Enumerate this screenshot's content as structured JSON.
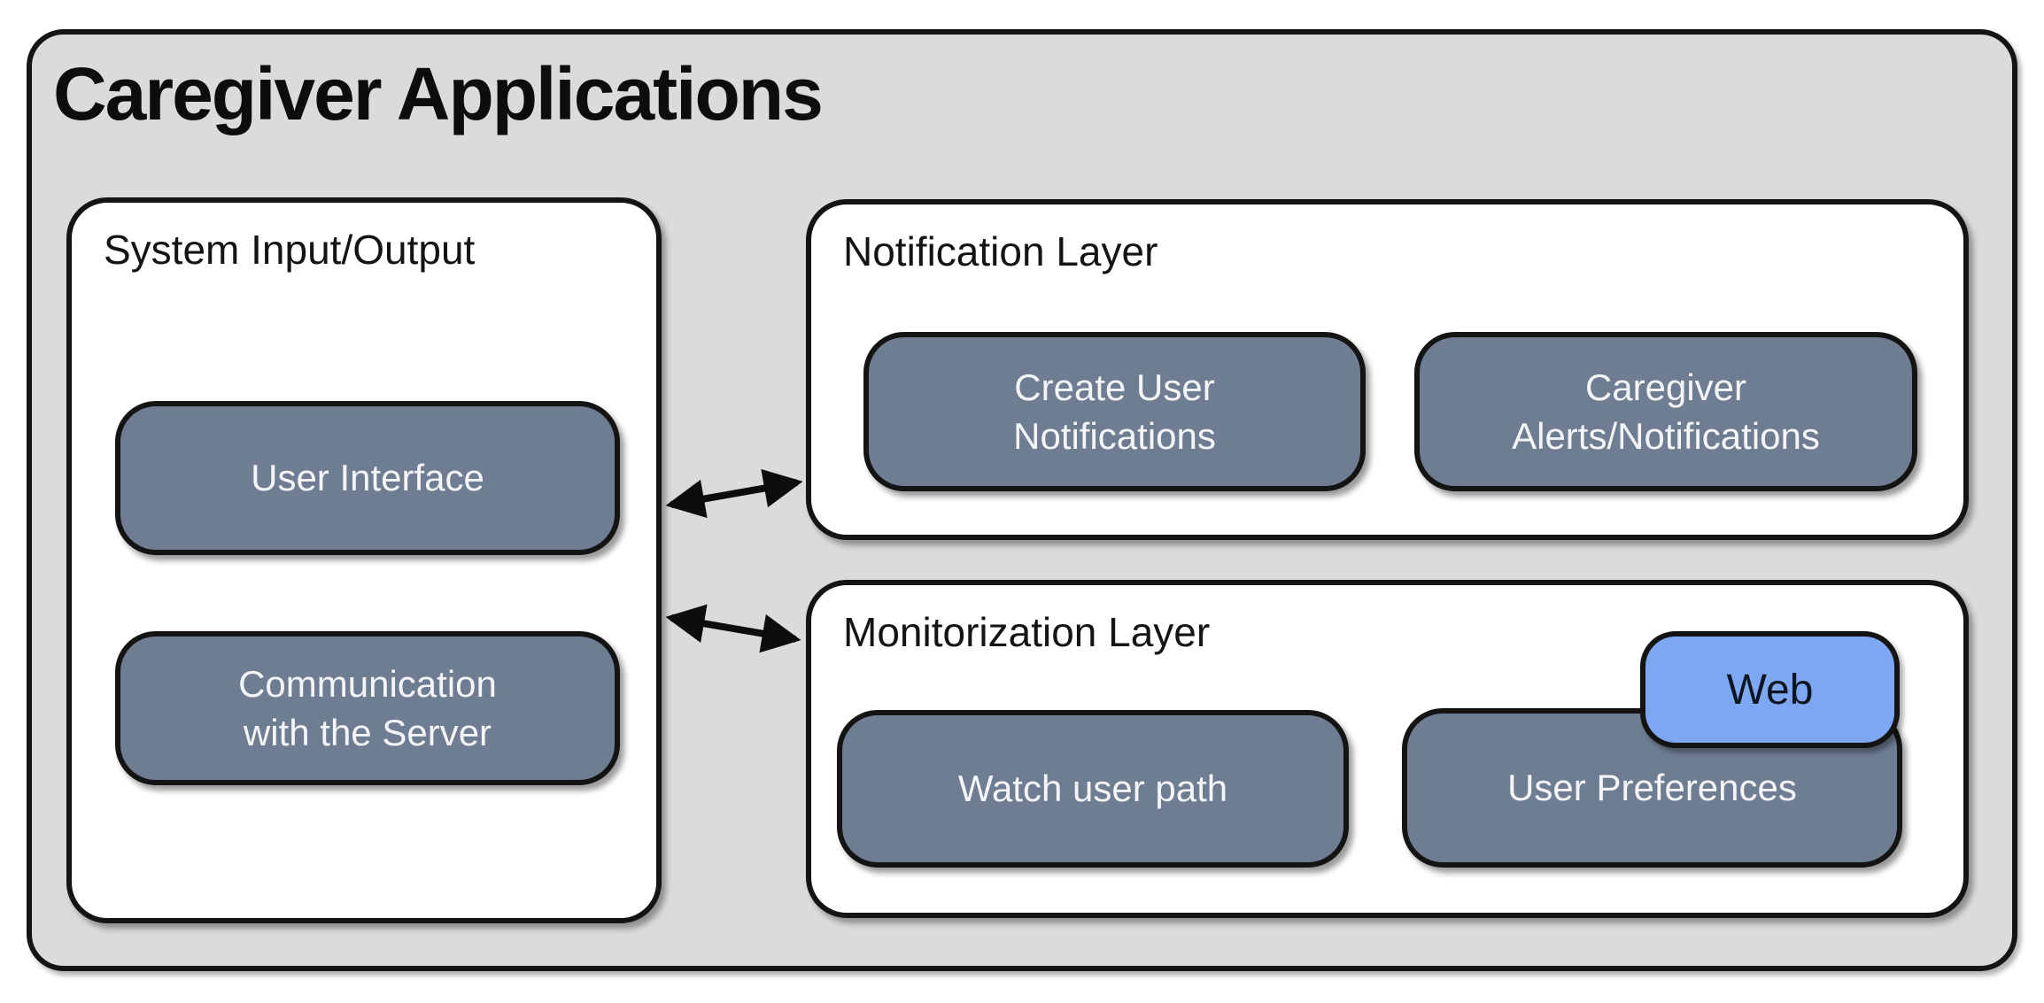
{
  "title": "Caregiver Applications",
  "colors": {
    "outer_background": "#dbdbdb",
    "panel_background": "#ffffff",
    "chip_background": "#6e7d92",
    "badge_background": "#7da7f0",
    "border": "#141414",
    "chip_text": "#f3f5f8",
    "label_text": "#141414"
  },
  "panels": {
    "system": {
      "label": "System Input/Output",
      "chips": {
        "ui": {
          "line1": "User Interface"
        },
        "comm": {
          "line1": "Communication",
          "line2": "with the Server"
        }
      }
    },
    "notification": {
      "label": "Notification Layer",
      "chips": {
        "create": {
          "line1": "Create User",
          "line2": "Notifications"
        },
        "alerts": {
          "line1": "Caregiver",
          "line2": "Alerts/Notifications"
        }
      }
    },
    "monitorization": {
      "label": "Monitorization Layer",
      "chips": {
        "watch": {
          "line1": "Watch user path"
        },
        "prefs": {
          "line1": "User Preferences"
        }
      },
      "badge": {
        "label": "Web"
      }
    }
  },
  "connections": [
    {
      "name": "system-to-notification",
      "type": "double-arrow"
    },
    {
      "name": "system-to-monitorization",
      "type": "double-arrow"
    }
  ]
}
